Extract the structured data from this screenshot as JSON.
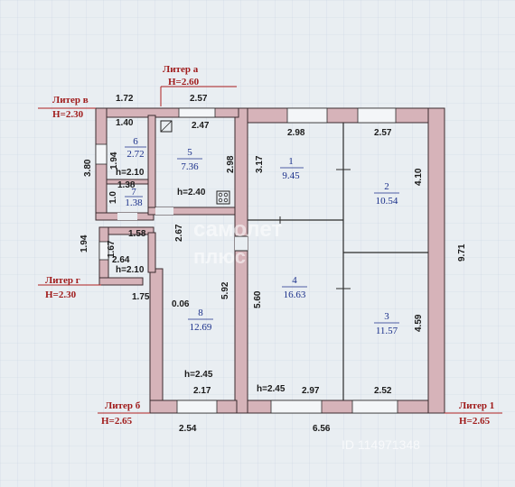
{
  "colors": {
    "wall": "#d6b3b9",
    "wall_stroke": "#3a2b2e",
    "background": "#e9eef2",
    "grid": "#c9d6e2",
    "litera_text": "#a01c1c",
    "litera_line": "#b02020",
    "room_text": "#1a2f8a"
  },
  "literas": [
    {
      "id": "a",
      "name": "Литер а",
      "height": "H=2.60"
    },
    {
      "id": "v",
      "name": "Литер в",
      "height": "H=2.30"
    },
    {
      "id": "g",
      "name": "Литер г",
      "height": "H=2.30"
    },
    {
      "id": "b",
      "name": "Литер б",
      "height": "H=2.65"
    },
    {
      "id": "l1",
      "name": "Литер 1",
      "height": "H=2.65"
    }
  ],
  "rooms": [
    {
      "id": "r1",
      "number": "1",
      "area": "9.45"
    },
    {
      "id": "r2",
      "number": "2",
      "area": "10.54"
    },
    {
      "id": "r3",
      "number": "3",
      "area": "11.57"
    },
    {
      "id": "r4",
      "number": "4",
      "area": "16.63"
    },
    {
      "id": "r5",
      "number": "5",
      "area": "7.36"
    },
    {
      "id": "r6",
      "number": "6",
      "area": "2.72"
    },
    {
      "id": "r7",
      "number": "7",
      "area": "1.38"
    },
    {
      "id": "r8",
      "number": "8",
      "area": "12.69"
    }
  ],
  "heights": {
    "r6": "h=2.10",
    "r5": "h=2.40",
    "g": "h=2.10",
    "r8": "h=2.45",
    "main": "h=2.45"
  },
  "dimensions": {
    "top_v": "1.72",
    "top_a": "2.57",
    "r5_w": "2.47",
    "r6_w": "1.40",
    "r1_w": "2.98",
    "r2_w": "2.57",
    "r1_h": "3.17",
    "r2_h": "4.10",
    "total_h": "9.71",
    "v_h": "3.80",
    "r6_h": "1.94",
    "r7_w": "1.38",
    "r7_h": "1.0",
    "r5_h": "2.98",
    "corr_h": "2.67",
    "g_h": "1.94",
    "g_w1": "1.58",
    "g_w2": "2.64",
    "g_h2": "1.67",
    "g_w3": "1.75",
    "r8_small": "0.06",
    "r8_h": "5.92",
    "r4_h": "5.60",
    "r3_h": "4.59",
    "r8_w": "2.17",
    "r4_w": "2.97",
    "r3_w": "2.52",
    "bottom_b": "2.54",
    "bottom_main": "6.56"
  },
  "watermarks": {
    "main": "самолет",
    "sub": "плюс",
    "id": "ID 114971348"
  }
}
